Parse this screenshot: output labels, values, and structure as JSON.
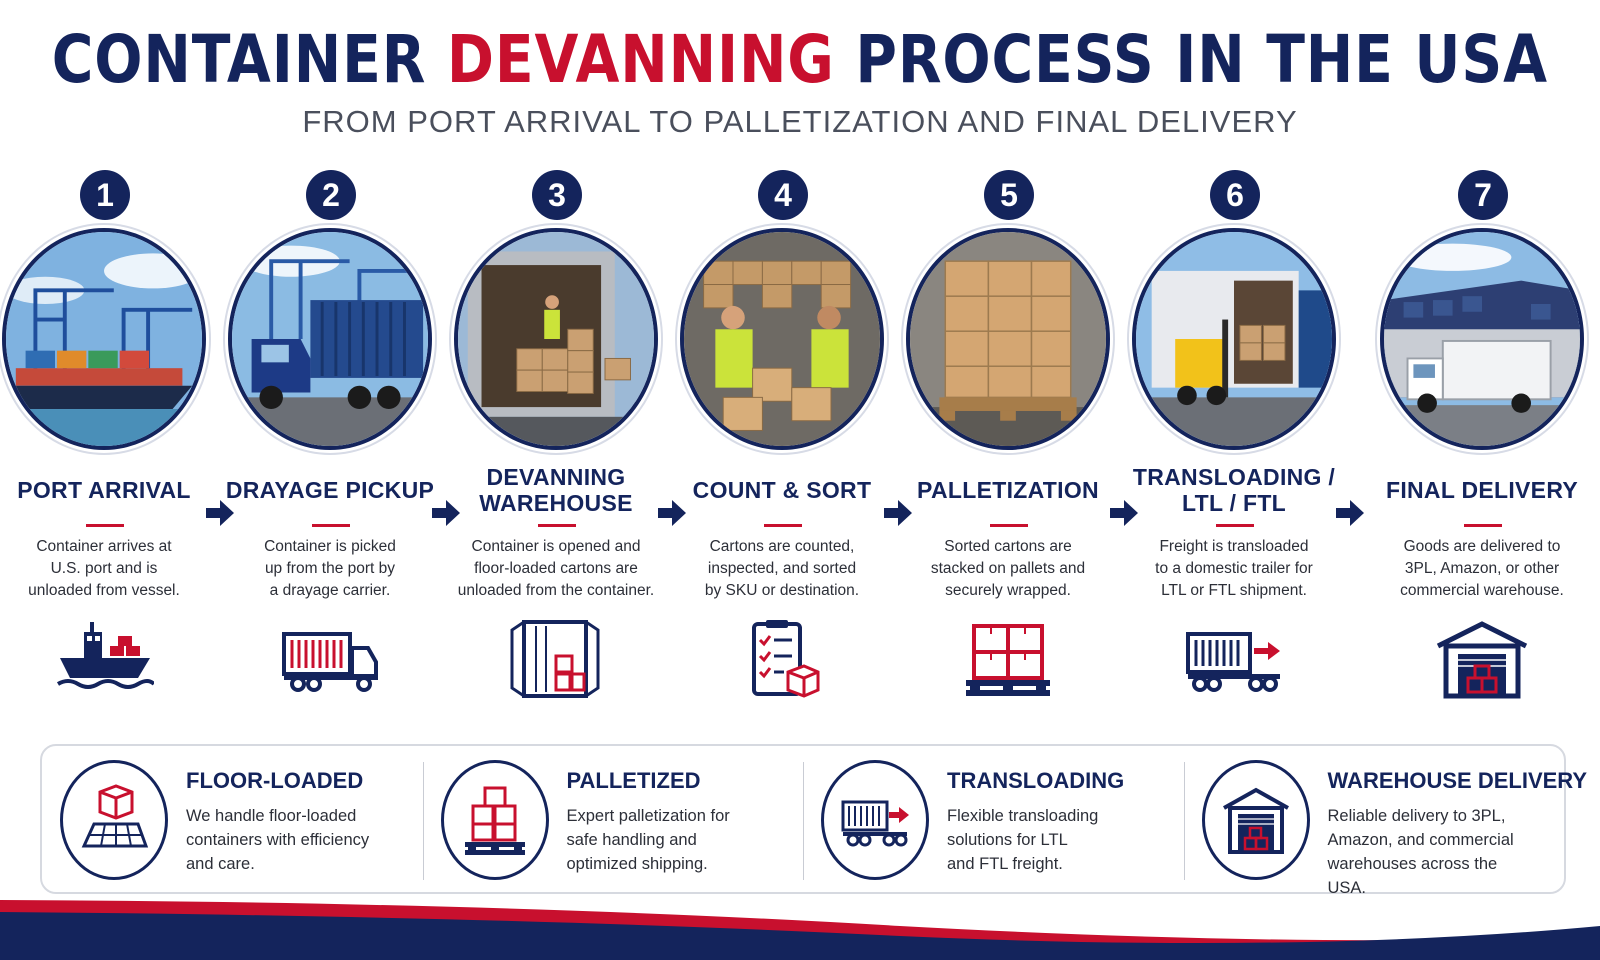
{
  "header": {
    "title_part1": "CONTAINER",
    "title_accent": "DEVANNING",
    "title_part2": "PROCESS IN THE USA",
    "subtitle": "FROM PORT ARRIVAL TO PALLETIZATION AND FINAL DELIVERY"
  },
  "colors": {
    "navy": "#14245c",
    "red": "#c8102e",
    "gray_text": "#4a4f5c"
  },
  "steps": [
    {
      "number": "1",
      "title_line1": "PORT ARRIVAL",
      "title_line2": "",
      "desc_line1": "Container arrives at",
      "desc_line2": "U.S. port and is",
      "desc_line3": "unloaded from vessel.",
      "icon": "cargo-ship-icon"
    },
    {
      "number": "2",
      "title_line1": "DRAYAGE PICKUP",
      "title_line2": "",
      "desc_line1": "Container is picked",
      "desc_line2": "up from the port by",
      "desc_line3": "a drayage carrier.",
      "icon": "container-truck-icon"
    },
    {
      "number": "3",
      "title_line1": "DEVANNING",
      "title_line2": "WAREHOUSE",
      "desc_line1": "Container is opened and",
      "desc_line2": "floor-loaded cartons are",
      "desc_line3": "unloaded from the container.",
      "icon": "open-container-icon"
    },
    {
      "number": "4",
      "title_line1": "COUNT & SORT",
      "title_line2": "",
      "desc_line1": "Cartons are counted,",
      "desc_line2": "inspected, and sorted",
      "desc_line3": "by SKU or destination.",
      "icon": "checklist-box-icon"
    },
    {
      "number": "5",
      "title_line1": "PALLETIZATION",
      "title_line2": "",
      "desc_line1": "Sorted cartons are",
      "desc_line2": "stacked on pallets and",
      "desc_line3": "securely wrapped.",
      "icon": "pallet-boxes-icon"
    },
    {
      "number": "6",
      "title_line1": "TRANSLOADING /",
      "title_line2": "LTL / FTL",
      "desc_line1": "Freight is transloaded",
      "desc_line2": "to a domestic trailer for",
      "desc_line3": "LTL or FTL shipment.",
      "icon": "trailer-arrow-icon"
    },
    {
      "number": "7",
      "title_line1": "FINAL DELIVERY",
      "title_line2": "",
      "desc_line1": "Goods are delivered to",
      "desc_line2": "3PL, Amazon, or other",
      "desc_line3": "commercial warehouse.",
      "icon": "warehouse-icon"
    }
  ],
  "features": [
    {
      "title": "FLOOR-LOADED",
      "desc_line1": "We handle floor-loaded",
      "desc_line2": "containers with efficiency",
      "desc_line3": "and care.",
      "icon": "box-on-floor-icon"
    },
    {
      "title": "PALLETIZED",
      "desc_line1": "Expert palletization for",
      "desc_line2": "safe handling and",
      "desc_line3": "optimized shipping.",
      "icon": "pallet-stack-icon"
    },
    {
      "title": "TRANSLOADING",
      "desc_line1": "Flexible transloading",
      "desc_line2": "solutions for LTL",
      "desc_line3": "and FTL freight.",
      "icon": "trailer-transfer-icon"
    },
    {
      "title": "WAREHOUSE DELIVERY",
      "desc_line1": "Reliable delivery to 3PL,",
      "desc_line2": "Amazon, and commercial",
      "desc_line3": "warehouses across the USA.",
      "icon": "warehouse-delivery-icon"
    }
  ]
}
